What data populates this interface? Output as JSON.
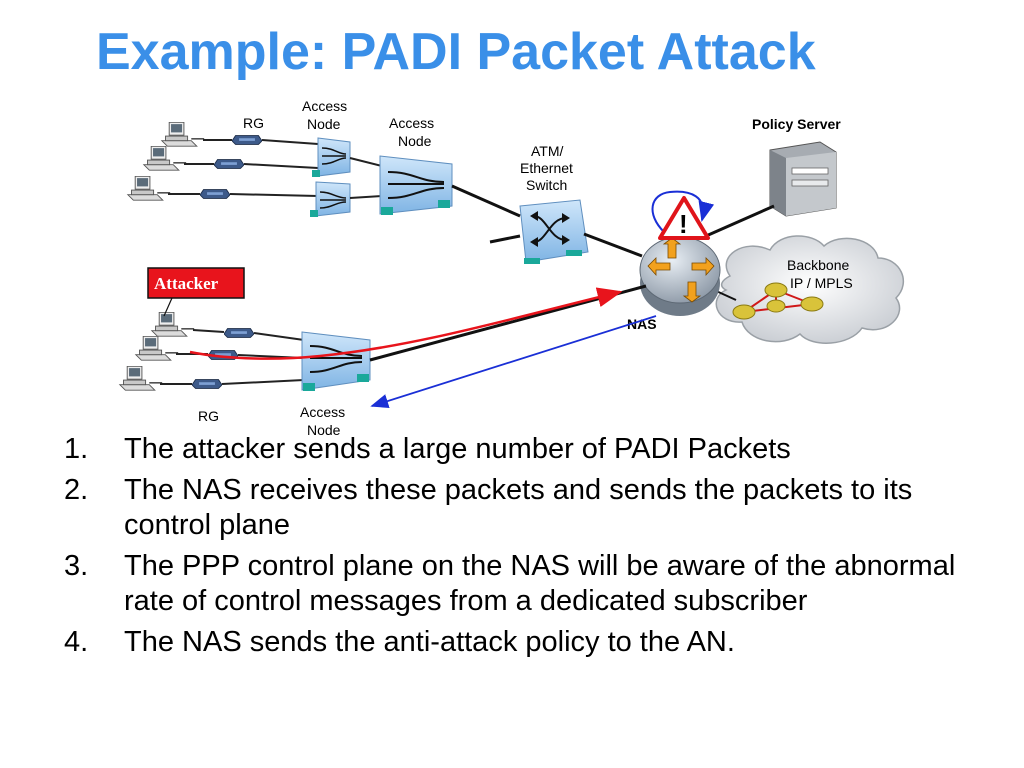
{
  "slide": {
    "title": "Example: PADI Packet Attack"
  },
  "diagram": {
    "labels": {
      "rg_top": "RG",
      "access_node_small": [
        "Access",
        "Node"
      ],
      "access_node_big": [
        "Access",
        "Node"
      ],
      "switch": [
        "ATM/",
        "Ethernet",
        "Switch"
      ],
      "policy_server": "Policy Server",
      "backbone": [
        "Backbone",
        "IP / MPLS"
      ],
      "nas": "NAS",
      "attacker": "Attacker",
      "rg_bottom": "RG",
      "access_node_bottom": [
        "Access",
        "Node"
      ],
      "alert_symbol": "!"
    },
    "colors": {
      "attack_path": "#e8141c",
      "policy_path": "#1a2fd6",
      "node_fill": "#8fc2ec",
      "attacker_badge": "#e8141c"
    }
  },
  "steps": [
    {
      "num": "1.",
      "text": "The attacker sends a large number of PADI Packets"
    },
    {
      "num": "2.",
      "text": "The NAS receives these packets and sends the packets to its control plane"
    },
    {
      "num": "3.",
      "text": "The PPP control plane on the NAS will be aware of the abnormal rate of control messages from a dedicated subscriber"
    },
    {
      "num": "4.",
      "text": "The NAS sends the anti-attack policy to the AN."
    }
  ]
}
